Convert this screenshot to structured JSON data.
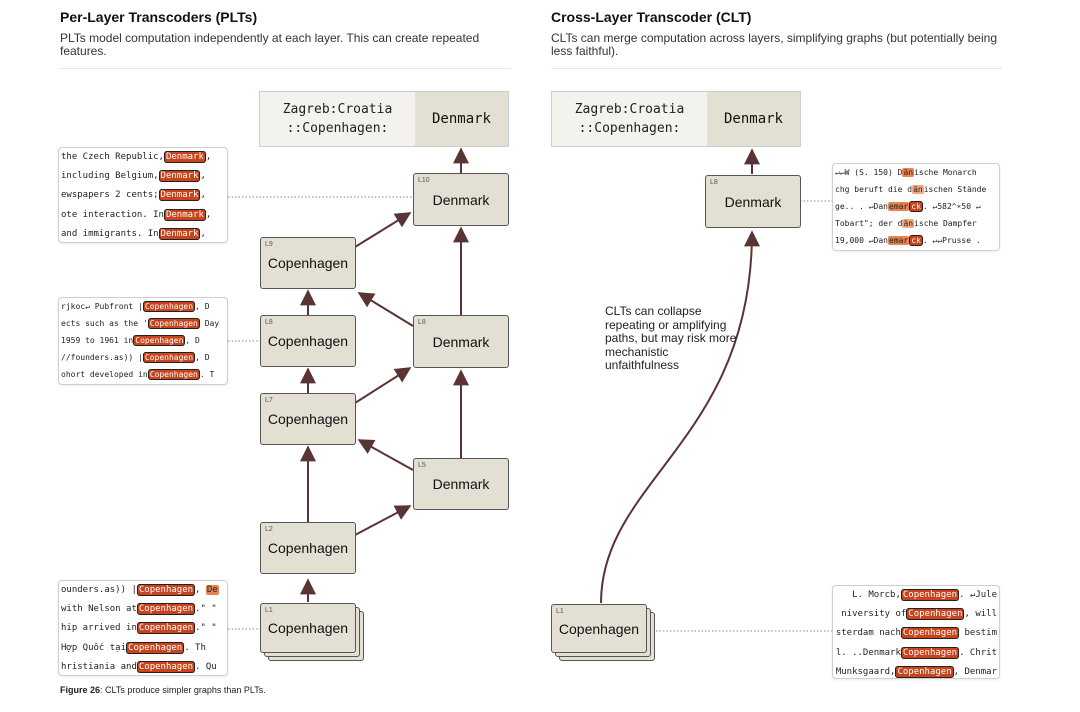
{
  "left_panel": {
    "title": "Per-Layer Transcoders (PLTs)",
    "subtitle": "PLTs model computation independently at each layer. This can create repeated features.",
    "prompt": {
      "context_line1": "Zagreb:Croatia",
      "context_line2": "::Copenhagen:",
      "answer": "Denmark"
    },
    "nodes": {
      "denmark_l10": {
        "layer": "L10",
        "label": "Denmark"
      },
      "denmark_l8": {
        "layer": "L8",
        "label": "Denmark"
      },
      "denmark_l5": {
        "layer": "L5",
        "label": "Denmark"
      },
      "copenhagen_l9": {
        "layer": "L9",
        "label": "Copenhagen"
      },
      "copenhagen_l8": {
        "layer": "L8",
        "label": "Copenhagen"
      },
      "copenhagen_l7": {
        "layer": "L7",
        "label": "Copenhagen"
      },
      "copenhagen_l2": {
        "layer": "L2",
        "label": "Copenhagen"
      },
      "copenhagen_l1": {
        "layer": "L1",
        "label": "Copenhagen"
      }
    },
    "card_denmark": [
      [
        "the Czech Republic,",
        "Denmark",
        ","
      ],
      [
        " including Belgium,",
        "Denmark",
        ","
      ],
      [
        "ewspapers 2 cents;",
        "Denmark",
        ","
      ],
      [
        "ote interaction. In",
        "Denmark",
        ","
      ],
      [
        " and immigrants. In",
        "Denmark",
        ","
      ]
    ],
    "card_copenhagen_mid": [
      [
        "rjkoc↵ Pubfront |",
        "Copenhagen",
        ", D"
      ],
      [
        "ects such as the '",
        "Copenhagen",
        " Day"
      ],
      [
        " 1959 to 1961 in",
        "Copenhagen",
        ", D"
      ],
      [
        "//founders.as)) |",
        "Copenhagen",
        ", D"
      ],
      [
        "ohort developed in",
        "Copenhagen",
        ". T"
      ]
    ],
    "card_copenhagen_low": [
      [
        "ounders.as)) |",
        "Copenhagen",
        ", ",
        "De"
      ],
      [
        "with Nelson at",
        "Copenhagen",
        ".\" \""
      ],
      [
        "hip arrived in",
        "Copenhagen",
        ".\" \""
      ],
      [
        " Hợp Quốc tại",
        "Copenhagen",
        ". Th"
      ],
      [
        "hristiania and",
        "Copenhagen",
        ". Qu"
      ]
    ]
  },
  "right_panel": {
    "title": "Cross-Layer Transcoder (CLT)",
    "subtitle": "CLTs can merge computation across layers, simplifying graphs (but potentially being less faithful).",
    "prompt": {
      "context_line1": "Zagreb:Croatia",
      "context_line2": "::Copenhagen:",
      "answer": "Denmark"
    },
    "nodes": {
      "denmark_l8": {
        "layer": "L8",
        "label": "Denmark"
      },
      "copenhagen_l1": {
        "layer": "L1",
        "label": "Copenhagen"
      }
    },
    "annotation": "CLTs can collapse repeating or amplifying paths, but may risk more mechanistic unfaithfulness",
    "card_denmark": [
      [
        "↵↵W (S. 150) D",
        "än",
        "ische Monarch"
      ],
      [
        "chg beruft die d",
        "än",
        "ischen Stände"
      ],
      [
        "ge.. . ↵Dan",
        "emar",
        "ck",
        ". ↵582^∗50 ↵"
      ],
      [
        "Tobart\"; der d",
        "än",
        "ische Dampfer"
      ],
      [
        "19,000 ↵Dan",
        "emar",
        "ck",
        ". ↵↵Prusse ."
      ]
    ],
    "card_copenhagen": [
      [
        "L. Morcb,",
        "Copenhagen",
        ". ↵Jule"
      ],
      [
        "niversity of",
        "Copenhagen",
        ", will"
      ],
      [
        "sterdam nach",
        "Copenhagen",
        " bestim"
      ],
      [
        "l. ..Denmark",
        "Copenhagen",
        ". Chrit"
      ],
      [
        "Munksgaard,",
        "Copenhagen",
        ", Denmar"
      ]
    ]
  },
  "caption": {
    "label": "Figure 26",
    "text": ": CLTs produce simpler graphs than PLTs."
  },
  "colors": {
    "node_fill": "#e3dfd3",
    "token_highlight": "#c8441d",
    "arrow": "#5a3434"
  }
}
